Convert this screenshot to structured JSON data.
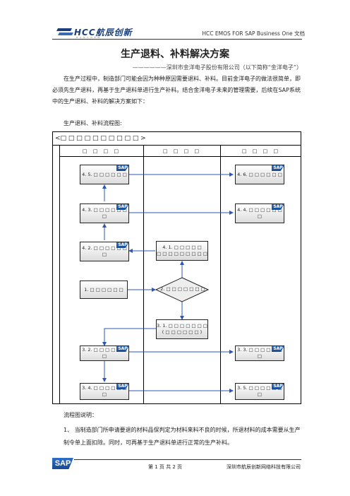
{
  "header": {
    "logo_text": "HCC航辰创新",
    "logo_sub": "H A N C H E N",
    "doc_label": "HCC EMOS FOR SAP Business One 文档"
  },
  "title": "生产退料、补料解决方案",
  "subtitle": "——————深圳市金洋电子股份有限公司（以下简称“金洋电子”）",
  "intro": "在生产过程中，制造部门可能会因为种种原因需要退料、补料。目前金洋电子的做法很简单，即必须先生产退料，再基于生产退料单进行生产补料。结合金洋电子未来的管理需要，后续在SAP系统中的生产退料、补料的解决方案如下：",
  "flow_label": "生产退料、补料流程图:",
  "chart": {
    "title": "<□ □ □ □ □ □ □ □ □ □ >",
    "columns": [
      "□ □ □ □",
      "□ □ □ □",
      "□ □ □ □"
    ],
    "sap_tag": "SAP",
    "boxes": {
      "b45": "4. 5. □ □ □ □ □ □",
      "b46": "4. 6. □ □ □ □ □ □",
      "b43": "4. 3. □ □ □ □ □ □ □",
      "b44": "4. 4. □ □ □ □ □ □ □",
      "b42": "4. 2. □ □ □ □ □ □ □",
      "b41a": "4. 1. □ □ □ □ □",
      "b41b": "□ □ □ □ □ □ □ □ □",
      "b1": "1. □ □ □ □ □ □",
      "b2": "2. □ □ □ □ □ □ □",
      "b31a": "3. 1. □ □ □ □ □ □ □",
      "b31b": "( □ □ □ □ □ □ )",
      "b32": "3. 2. □ □ □ □ □ □ □",
      "b33": "3. 3. □ □ □ □ □ □ □",
      "b34": "3. 4. □ □ □ □ □ □ □",
      "b35": "3. 5. □ □ □ □ □ □ □"
    }
  },
  "notes_heading": "流程图说明：",
  "note1": "1、 当制造部门所申请要退的材料品保判定为材料来料不良的时候，所退材料的成本需要从生产制令单上面扣除。同时，可再基于生产退料单进行正常的生产补料。",
  "footer": {
    "logo": "SAP",
    "page": "第 1 页  共 2 页",
    "company": "深圳市航辰创新网络科技有限公司"
  },
  "colors": {
    "brand_blue": "#1c3f7a",
    "sap_blue": "#2f6fc4"
  }
}
